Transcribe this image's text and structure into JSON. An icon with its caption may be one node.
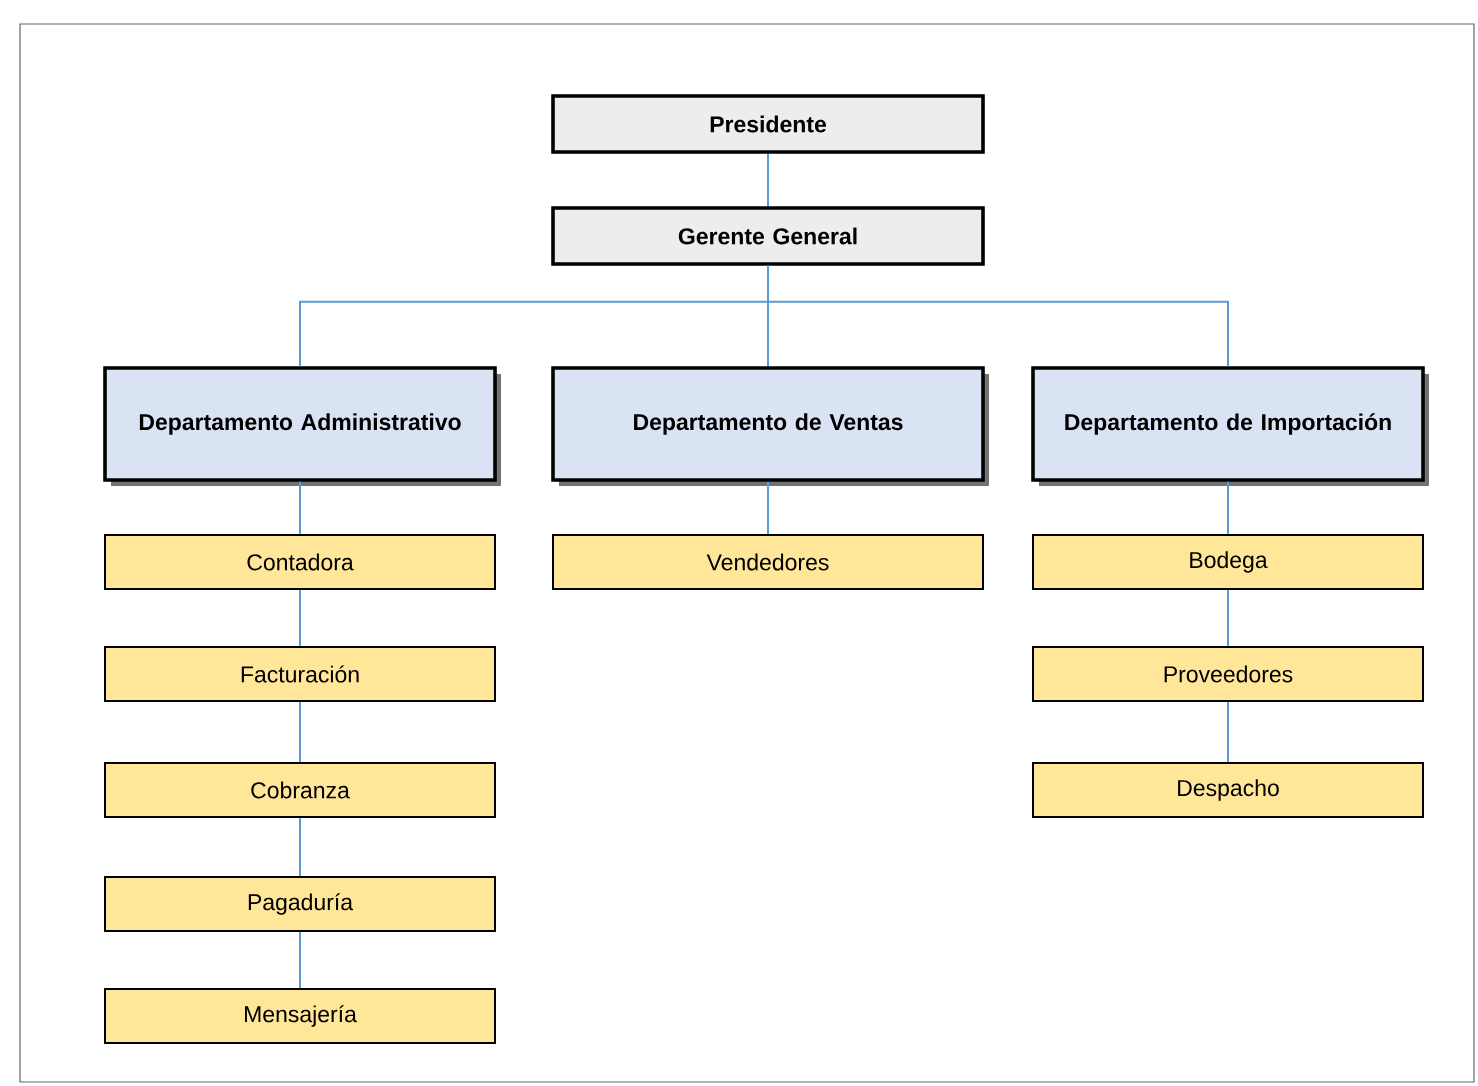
{
  "diagram": {
    "nodes": [
      {
        "text": [
          "Presidente"
        ]
      },
      {
        "text": [
          "Gerente General"
        ]
      },
      {
        "text": [
          "Departamento Administrativo"
        ]
      },
      {
        "text": [
          "Departamento de Ventas"
        ]
      },
      {
        "text": [
          "Departamento de Importación"
        ]
      },
      {
        "text": [
          "Contadora"
        ]
      },
      {
        "text": [
          "Facturación"
        ]
      },
      {
        "text": [
          "Cobranza"
        ]
      },
      {
        "text": [
          "Pagaduría"
        ]
      },
      {
        "text": [
          "Mensajería"
        ]
      },
      {
        "text": [
          "Vendedores"
        ]
      },
      {
        "text": [
          "Bodega"
        ]
      },
      {
        "text": [
          "Proveedores"
        ]
      },
      {
        "text": [
          "Despacho"
        ]
      }
    ],
    "edges": [
      {
        "from": 0,
        "to": 1,
        "arrow": "none"
      },
      {
        "from": 1,
        "to": 2,
        "arrow": "none"
      },
      {
        "from": 1,
        "to": 3,
        "arrow": "none"
      },
      {
        "from": 1,
        "to": 4,
        "arrow": "none"
      },
      {
        "from": 2,
        "to": 5,
        "arrow": "none"
      },
      {
        "from": 5,
        "to": 6,
        "arrow": "none"
      },
      {
        "from": 6,
        "to": 7,
        "arrow": "none"
      },
      {
        "from": 7,
        "to": 8,
        "arrow": "none"
      },
      {
        "from": 8,
        "to": 9,
        "arrow": "none"
      },
      {
        "from": 3,
        "to": 10,
        "arrow": "none"
      },
      {
        "from": 4,
        "to": 11,
        "arrow": "none"
      },
      {
        "from": 11,
        "to": 12,
        "arrow": "none"
      },
      {
        "from": 12,
        "to": 13,
        "arrow": "none"
      }
    ]
  }
}
